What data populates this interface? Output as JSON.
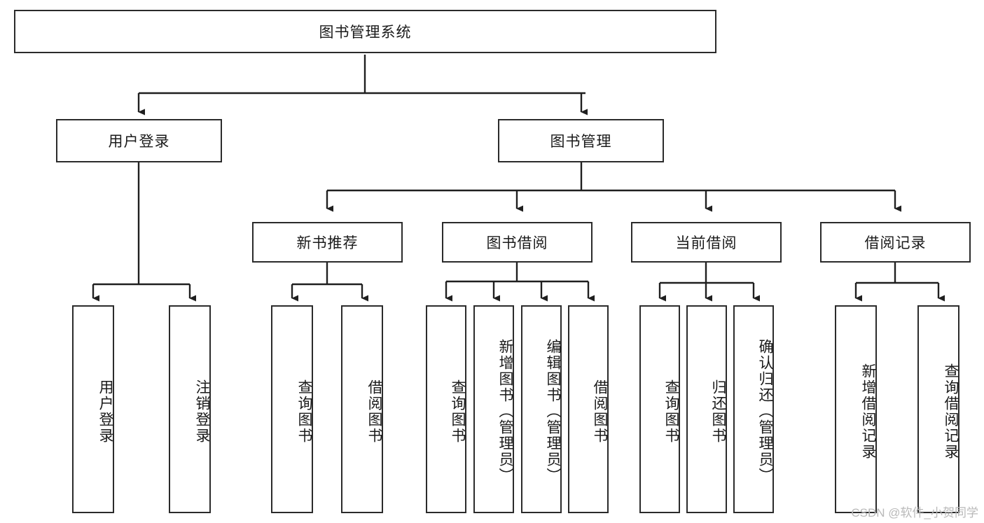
{
  "diagram": {
    "type": "tree",
    "title": "图书管理系统",
    "orientation": "top-down",
    "colors": {
      "box_border": "#2b2b2b",
      "box_fill": "#ffffff",
      "edge": "#1f1f1f",
      "text": "#1a1a1a",
      "watermark": "#b9b9b9",
      "background": "#ffffff"
    }
  },
  "watermark": {
    "text": "CSDN @软件_小贺同学"
  },
  "nodes": {
    "root": {
      "label": "图书管理系统"
    },
    "level2": [
      {
        "label": "用户登录"
      },
      {
        "label": "图书管理"
      }
    ],
    "level3": [
      {
        "label": "新书推荐"
      },
      {
        "label": "图书借阅"
      },
      {
        "label": "当前借阅"
      },
      {
        "label": "借阅记录"
      }
    ],
    "leaves": {
      "user_login": [
        {
          "label": "用户登录"
        },
        {
          "label": "注销登录"
        }
      ],
      "new_book_recommend": [
        {
          "label": "查询图书"
        },
        {
          "label": "借阅图书"
        }
      ],
      "book_borrow": [
        {
          "label": "查询图书"
        },
        {
          "label": "新增图书（管理员）"
        },
        {
          "label": "编辑图书（管理员）"
        },
        {
          "label": "借阅图书"
        }
      ],
      "current_borrow": [
        {
          "label": "查询图书"
        },
        {
          "label": "归还图书"
        },
        {
          "label": "确认归还（管理员）"
        }
      ],
      "borrow_record": [
        {
          "label": "新增借阅记录"
        },
        {
          "label": "查询借阅记录"
        }
      ]
    }
  },
  "tree_structure": {
    "图书管理系统": {
      "用户登录": [
        "用户登录",
        "注销登录"
      ],
      "图书管理": {
        "新书推荐": [
          "查询图书",
          "借阅图书"
        ],
        "图书借阅": [
          "查询图书",
          "新增图书（管理员）",
          "编辑图书（管理员）",
          "借阅图书"
        ],
        "当前借阅": [
          "查询图书",
          "归还图书",
          "确认归还（管理员）"
        ],
        "借阅记录": [
          "新增借阅记录",
          "查询借阅记录"
        ]
      }
    }
  }
}
